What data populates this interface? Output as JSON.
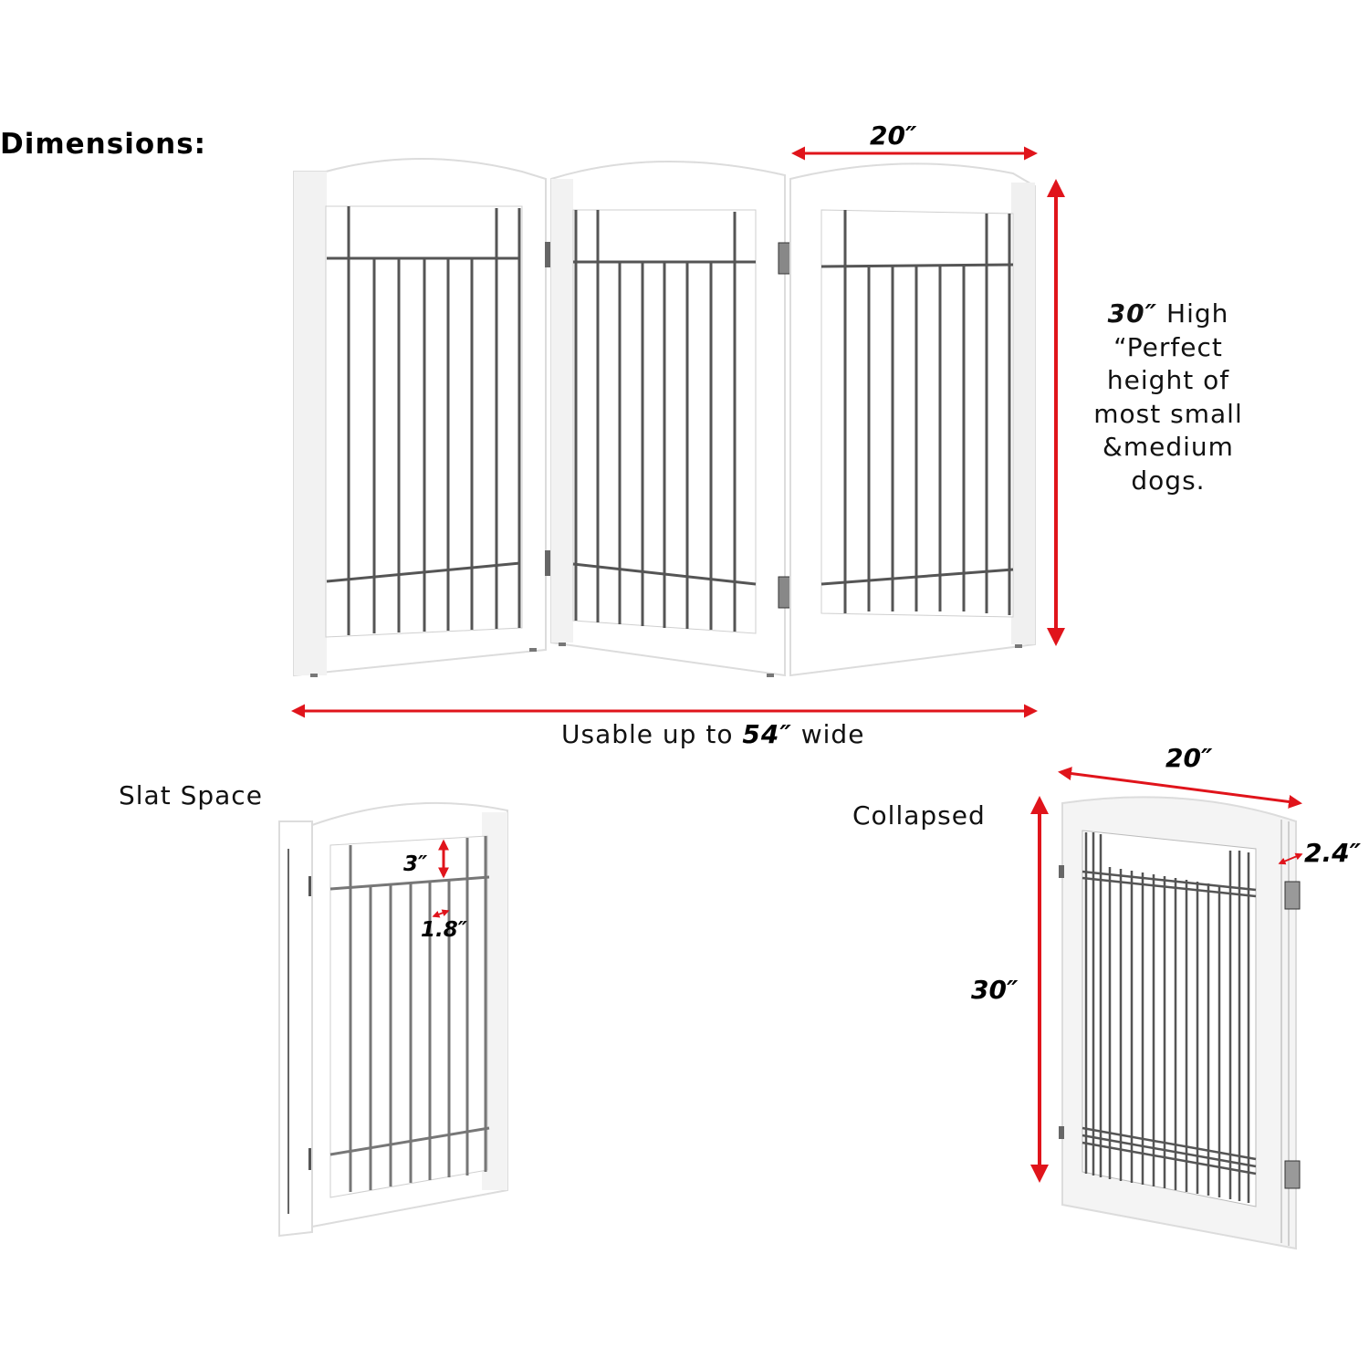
{
  "heading": "Dimensions:",
  "main_view": {
    "panel_width_label": "20″",
    "height_label_bold": "30″",
    "height_label_rest": " High",
    "height_note_lines": [
      "“Perfect",
      "height of",
      "most small",
      "&medium",
      "dogs."
    ],
    "width_label_prefix": "Usable up to ",
    "width_label_bold": "54″",
    "width_label_suffix": " wide",
    "panel_count": 3
  },
  "slat_space_view": {
    "title": "Slat Space",
    "top_gap_label": "3″",
    "slat_gap_label": "1.8″"
  },
  "collapsed_view": {
    "title": "Collapsed",
    "width_label": "20″",
    "depth_label": "2.4″",
    "height_label": "30″"
  },
  "colors": {
    "arrow": "#e0141b",
    "frame": "#ffffff",
    "frame_edge": "#d8d8d8",
    "bars": "#555555",
    "text": "#111111"
  }
}
